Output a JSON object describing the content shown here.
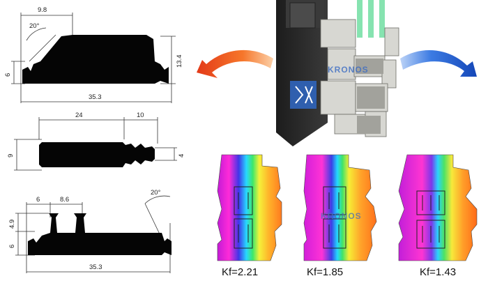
{
  "profile_top": {
    "dim_top": "9.8",
    "dim_angle": "20°",
    "dim_height_left": "6",
    "dim_height_right": "13.4",
    "dim_width": "35.3"
  },
  "profile_middle": {
    "dim_left": "24",
    "dim_right": "10",
    "dim_height_left": "9",
    "dim_height_right": "4"
  },
  "profile_bottom": {
    "dim_top_left": "6",
    "dim_top_mid": "8.6",
    "dim_angle": "20°",
    "dim_height_upper": "4.9",
    "dim_height_lower": "6",
    "dim_width": "35.3"
  },
  "brand_watermark": "KRONOS",
  "thermal": [
    {
      "label": "Kf=2.21"
    },
    {
      "label": "Kf=1.85"
    },
    {
      "label": "Kf=1.43"
    }
  ],
  "colors": {
    "profile": "#050505",
    "arrow_hot": "#e8401e",
    "arrow_cold": "#1d5fd6",
    "frame": "#2a2a2a",
    "glass": "#79e0a8"
  }
}
